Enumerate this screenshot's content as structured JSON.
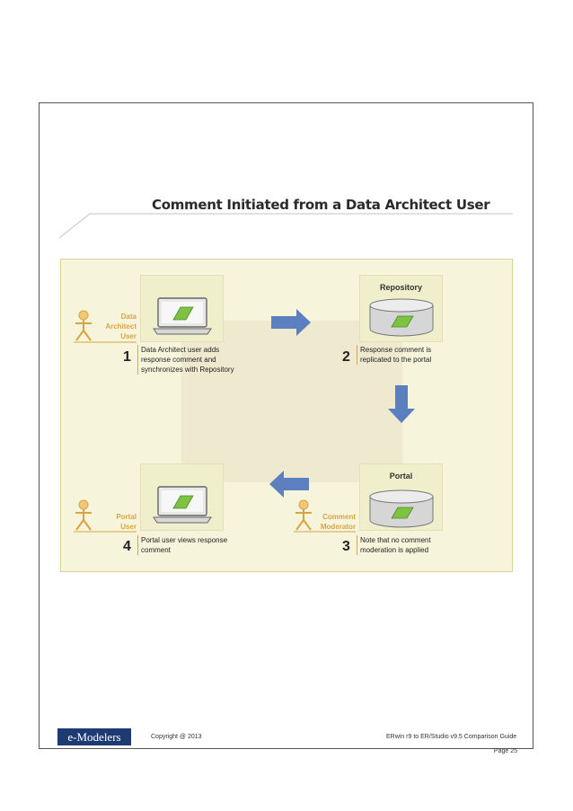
{
  "figure": {
    "title": "Comment Initiated from a Data Architect User"
  },
  "steps": [
    {
      "number": "1",
      "role": [
        "Data",
        "Architect",
        "User"
      ],
      "description": [
        "Data Architect user adds",
        "response comment and",
        "synchronizes with Repository"
      ]
    },
    {
      "number": "2",
      "tile_title": "Repository",
      "description": [
        "Response comment is",
        "replicated to the portal"
      ]
    },
    {
      "number": "3",
      "tile_title": "Portal",
      "role": [
        "Comment",
        "Moderator"
      ],
      "description": [
        "Note that no comment",
        "moderation is applied"
      ]
    },
    {
      "number": "4",
      "role": [
        "Portal",
        "User"
      ],
      "description": [
        "Portal user views response",
        "comment"
      ]
    }
  ],
  "footer": {
    "logo": "e-Modelers",
    "copyright": "Copyright @ 2013",
    "guide": "ERwin r9 to ER/Studio v9.5 Comparison Guide",
    "page": "Page 25"
  },
  "colors": {
    "arrow": "#5b7fbf",
    "role_text": "#d9a441",
    "panel_bg": "#f6f5dc",
    "screen_green": "#7dc242",
    "logo_bg": "#1d3a72"
  }
}
